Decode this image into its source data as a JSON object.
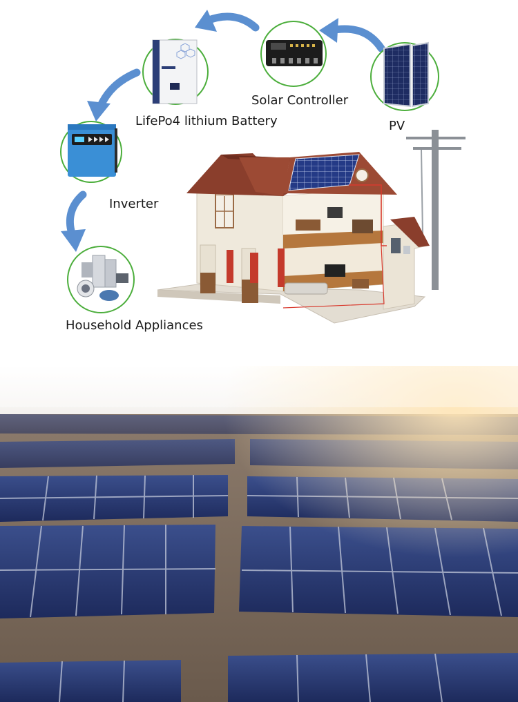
{
  "labels": {
    "solar_controller": "Solar Controller",
    "battery": "LifePo4 lithium Battery",
    "pv": "PV",
    "inverter": "Inverter",
    "appliances": "Household Appliances"
  },
  "colors": {
    "arrow": "#5b8fd0",
    "circle_border": "#4cae3c",
    "panel": "#22315e",
    "roof": "#8a3e2c",
    "wall": "#e9e2d4",
    "wiring": "#d83a2e",
    "inverter_body": "#3a8fd6"
  },
  "icons": [
    "solar-controller-icon",
    "battery-icon",
    "pv-panel-icon",
    "inverter-icon",
    "appliances-icon",
    "house-illustration",
    "utility-pole-icon",
    "solar-farm-photo"
  ]
}
